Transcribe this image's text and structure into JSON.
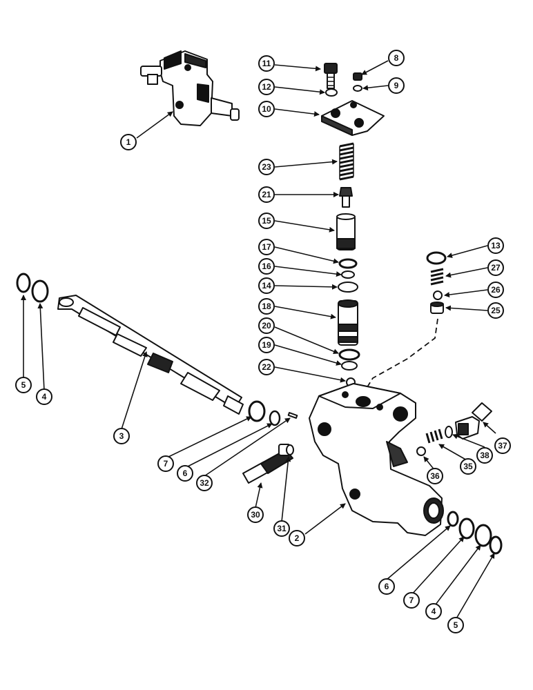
{
  "diagram": {
    "callouts": [
      {
        "id": "c1",
        "label": "1"
      },
      {
        "id": "c2",
        "label": "2"
      },
      {
        "id": "c3",
        "label": "3"
      },
      {
        "id": "c4a",
        "label": "4"
      },
      {
        "id": "c5a",
        "label": "5"
      },
      {
        "id": "c6a",
        "label": "6"
      },
      {
        "id": "c7a",
        "label": "7"
      },
      {
        "id": "c8",
        "label": "8"
      },
      {
        "id": "c9",
        "label": "9"
      },
      {
        "id": "c10",
        "label": "10"
      },
      {
        "id": "c11",
        "label": "11"
      },
      {
        "id": "c12",
        "label": "12"
      },
      {
        "id": "c13",
        "label": "13"
      },
      {
        "id": "c14",
        "label": "14"
      },
      {
        "id": "c15",
        "label": "15"
      },
      {
        "id": "c16",
        "label": "16"
      },
      {
        "id": "c17",
        "label": "17"
      },
      {
        "id": "c18",
        "label": "18"
      },
      {
        "id": "c19",
        "label": "19"
      },
      {
        "id": "c20",
        "label": "20"
      },
      {
        "id": "c21",
        "label": "21"
      },
      {
        "id": "c22",
        "label": "22"
      },
      {
        "id": "c23",
        "label": "23"
      },
      {
        "id": "c25",
        "label": "25"
      },
      {
        "id": "c26",
        "label": "26"
      },
      {
        "id": "c27",
        "label": "27"
      },
      {
        "id": "c30",
        "label": "30"
      },
      {
        "id": "c31",
        "label": "31"
      },
      {
        "id": "c32",
        "label": "32"
      },
      {
        "id": "c35",
        "label": "35"
      },
      {
        "id": "c36",
        "label": "36"
      },
      {
        "id": "c37",
        "label": "37"
      },
      {
        "id": "c38",
        "label": "38"
      },
      {
        "id": "c6b",
        "label": "6"
      },
      {
        "id": "c7b",
        "label": "7"
      },
      {
        "id": "c4b",
        "label": "4"
      },
      {
        "id": "c5b",
        "label": "5"
      }
    ]
  }
}
